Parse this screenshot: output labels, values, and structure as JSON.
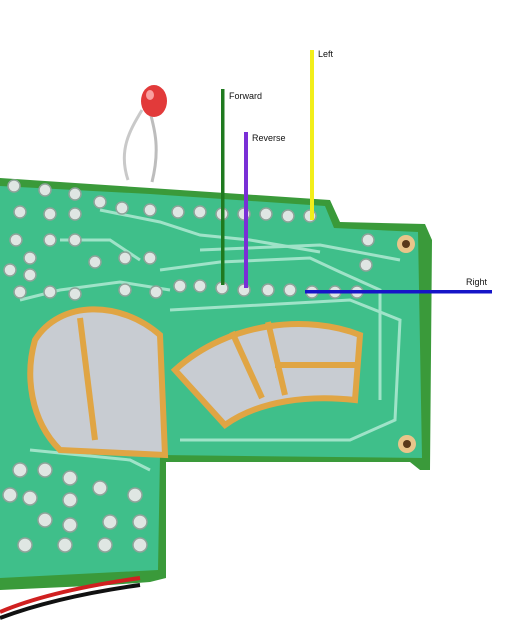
{
  "annotations": {
    "forward": {
      "label": "Forward",
      "color": "#1f7a1f"
    },
    "reverse": {
      "label": "Reverse",
      "color": "#7a2fd6"
    },
    "left": {
      "label": "Left",
      "color": "#f2ee1a"
    },
    "right": {
      "label": "Right",
      "color": "#1515c8"
    }
  },
  "colors": {
    "pcb_green": "#3fbf8a",
    "pcb_edge": "#3a9a3a",
    "trace": "#9fe3c8",
    "copper": "#e0a544",
    "foil": "#c8ccd2",
    "led_red": "#e23a3a"
  }
}
